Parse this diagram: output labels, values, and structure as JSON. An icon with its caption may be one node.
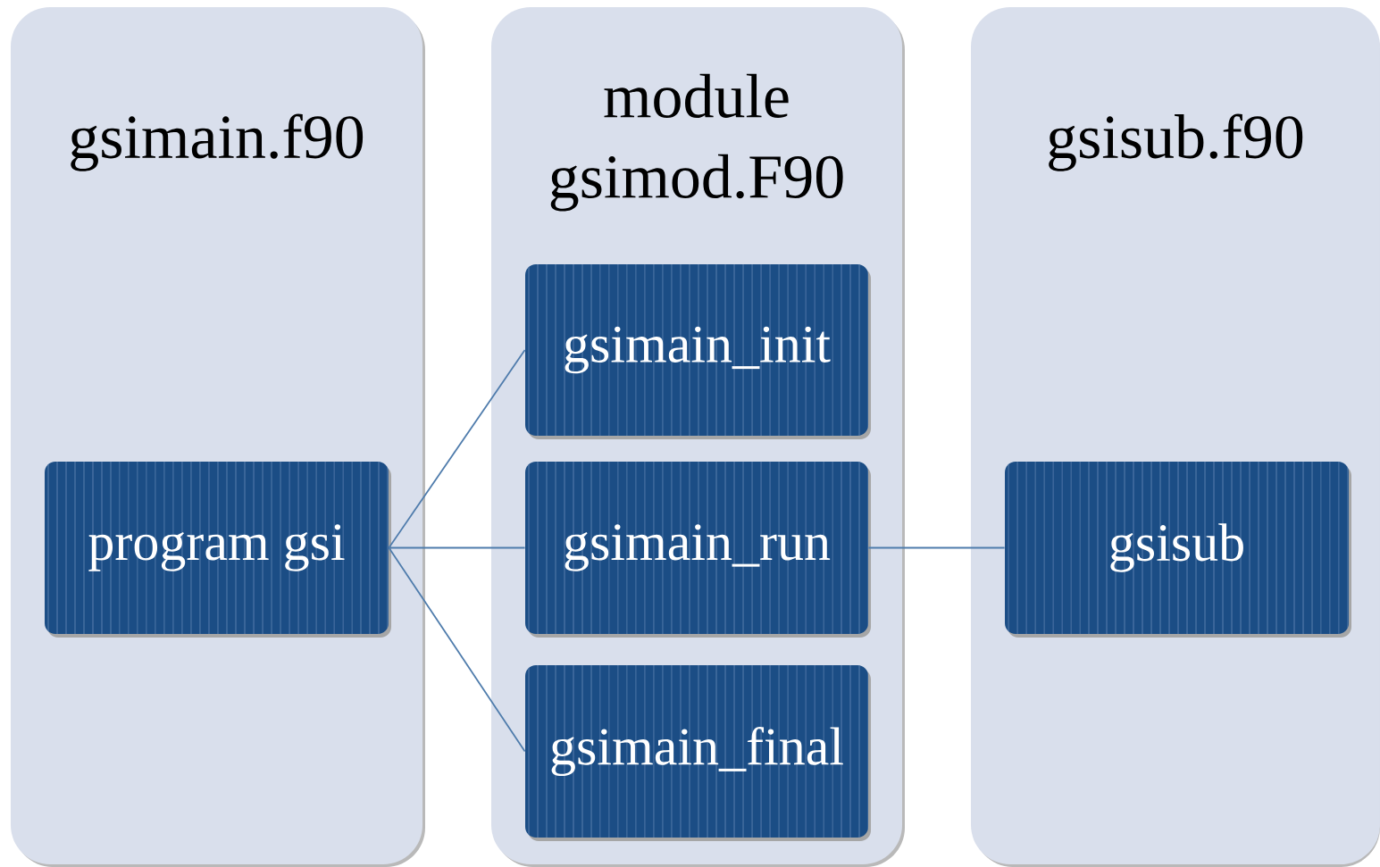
{
  "diagram": {
    "nodes": [
      {
        "text": [
          "gsimain.f90"
        ]
      },
      {
        "text": [
          "program gsi"
        ],
        "in": 0
      },
      {
        "text": [
          "module gsimod.F90"
        ]
      },
      {
        "text": [
          "gsimain_init"
        ],
        "in": 2
      },
      {
        "text": [
          "gsimain_run"
        ],
        "in": 2
      },
      {
        "text": [
          "gsimain_final"
        ],
        "in": 2
      },
      {
        "text": [
          "gsisub.f90"
        ]
      },
      {
        "text": [
          "gsisub"
        ],
        "in": 6
      }
    ],
    "edges": [
      {
        "from": 1,
        "to": 3,
        "arrow": "none"
      },
      {
        "from": 1,
        "to": 4,
        "arrow": "none"
      },
      {
        "from": 1,
        "to": 5,
        "arrow": "none"
      },
      {
        "from": 4,
        "to": 7,
        "arrow": "none"
      }
    ]
  }
}
